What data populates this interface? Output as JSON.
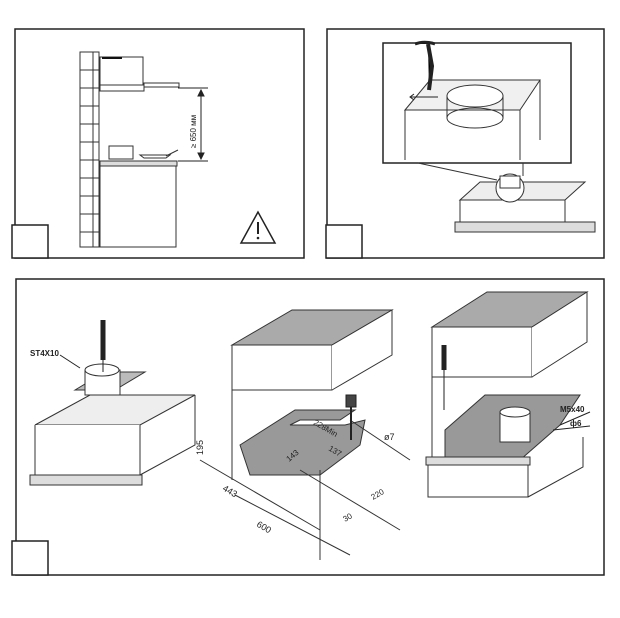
{
  "panels": {
    "step1": {
      "clearance_label": "≥ 650 мм",
      "warning_icon": "warning-triangle-icon"
    },
    "step2": {
      "tool_icon": "screwdriver-icon"
    },
    "step3": {
      "screw_label": "ST4X10",
      "dimensions": {
        "height": "195",
        "depth": "443",
        "width": "600",
        "cutout_min": "228Min",
        "offset_143": "143",
        "offset_137": "137",
        "hole": "ø7",
        "edge": "30",
        "side": "220"
      },
      "bolt_label": "M5x40",
      "washer_label": "ф6"
    }
  },
  "colors": {
    "line": "#222222",
    "fill_gray": "#8a8a8a",
    "light_gray": "#d8d8d8"
  }
}
